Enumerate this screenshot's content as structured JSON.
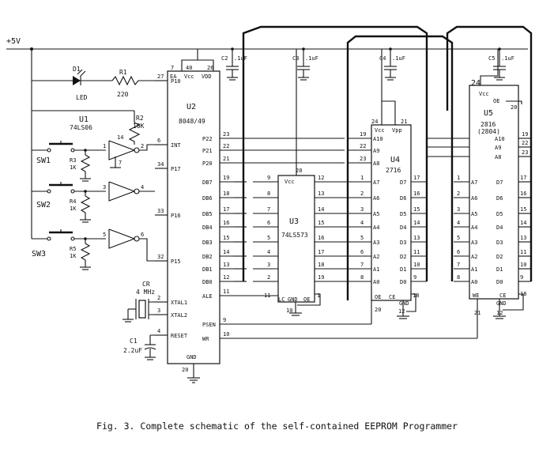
{
  "caption": "Fig. 3. Complete schematic of the self-contained EEPROM Programmer",
  "supply": "+5V",
  "components": {
    "d1": {
      "ref": "D1",
      "value": "LED"
    },
    "r1": {
      "ref": "R1",
      "value": "220"
    },
    "r2": {
      "ref": "R2",
      "value": "10K"
    },
    "r3": {
      "ref": "R3",
      "value": "1K"
    },
    "r4": {
      "ref": "R4",
      "value": "1K"
    },
    "r5": {
      "ref": "R5",
      "value": "1K"
    },
    "u1": {
      "ref": "U1",
      "value": "74LS06"
    },
    "sw1": "SW1",
    "sw2": "SW2",
    "sw3": "SW3",
    "cr": {
      "ref": "CR",
      "value": "4 MHz"
    },
    "c1": {
      "ref": "C1",
      "value": "2.2uF"
    },
    "c2": {
      "ref": "C2",
      "value": ".1uF"
    },
    "c3": {
      "ref": "C3",
      "value": ".1uF"
    },
    "c4": {
      "ref": "C4",
      "value": ".1uF"
    },
    "c5": {
      "ref": "C5",
      "value": ".1uF"
    }
  },
  "u2": {
    "ref": "U2",
    "part": "8048/49",
    "top": [
      "EA",
      "Vcc",
      "VDD"
    ],
    "top_pins": [
      "7",
      "40",
      "26"
    ],
    "gnd": "GND",
    "gnd_pin": "20",
    "left": [
      {
        "name": "P10",
        "pin": "27"
      },
      {
        "name": "INT",
        "pin": "6"
      },
      {
        "name": "P17",
        "pin": "34"
      },
      {
        "name": "P16",
        "pin": "33"
      },
      {
        "name": "P15",
        "pin": "32"
      },
      {
        "name": "XTAL1",
        "pin": "2"
      },
      {
        "name": "XTAL2",
        "pin": "3"
      },
      {
        "name": "RESET",
        "pin": "4"
      }
    ],
    "right": [
      {
        "name": "P22",
        "pin": "23"
      },
      {
        "name": "P21",
        "pin": "22"
      },
      {
        "name": "P20",
        "pin": "21"
      },
      {
        "name": "DB7",
        "pin": "19"
      },
      {
        "name": "DB6",
        "pin": "18"
      },
      {
        "name": "DB5",
        "pin": "17"
      },
      {
        "name": "DB4",
        "pin": "16"
      },
      {
        "name": "DB3",
        "pin": "15"
      },
      {
        "name": "DB2",
        "pin": "14"
      },
      {
        "name": "DB1",
        "pin": "13"
      },
      {
        "name": "DB0",
        "pin": "12"
      },
      {
        "name": "ALE",
        "pin": "11"
      },
      {
        "name": "PSEN",
        "pin": "9"
      },
      {
        "name": "WR",
        "pin": "10"
      }
    ]
  },
  "u3": {
    "ref": "U3",
    "part": "74LS573",
    "vcc": "Vcc",
    "vcc_pin": "20",
    "left_pins": [
      "9",
      "8",
      "7",
      "6",
      "5",
      "4",
      "3",
      "2"
    ],
    "right_pins": [
      "12",
      "13",
      "14",
      "15",
      "16",
      "17",
      "18",
      "19"
    ],
    "lc": "LC",
    "lc_pin": "11",
    "gnd": "GND",
    "gnd_pin": "10",
    "oe": "OE",
    "oe_pin": "1"
  },
  "u4": {
    "ref": "U4",
    "part": "2716",
    "top": [
      "Vcc",
      "Vpp"
    ],
    "top_pins": [
      "24",
      "21"
    ],
    "address_high": [
      {
        "name": "A10",
        "pin": "19"
      },
      {
        "name": "A9",
        "pin": "22"
      },
      {
        "name": "A8",
        "pin": "23"
      }
    ],
    "address_low": [
      {
        "name": "A7",
        "pin": "1"
      },
      {
        "name": "A6",
        "pin": "2"
      },
      {
        "name": "A5",
        "pin": "3"
      },
      {
        "name": "A4",
        "pin": "4"
      },
      {
        "name": "A3",
        "pin": "5"
      },
      {
        "name": "A2",
        "pin": "6"
      },
      {
        "name": "A1",
        "pin": "7"
      },
      {
        "name": "A0",
        "pin": "8"
      }
    ],
    "data": [
      {
        "name": "D7",
        "pin": "17"
      },
      {
        "name": "D6",
        "pin": "16"
      },
      {
        "name": "D5",
        "pin": "15"
      },
      {
        "name": "D4",
        "pin": "14"
      },
      {
        "name": "D3",
        "pin": "13"
      },
      {
        "name": "D2",
        "pin": "11"
      },
      {
        "name": "D1",
        "pin": "10"
      },
      {
        "name": "D0",
        "pin": "9"
      }
    ],
    "bottom": [
      "OE",
      "CE",
      "GND"
    ],
    "bottom_pins": [
      "20",
      "18",
      "12"
    ]
  },
  "u5": {
    "ref": "U5",
    "part": "2816",
    "part_alt": "(2804)",
    "vcc": "Vcc",
    "vcc_pin": "24",
    "oe_top": "OE",
    "oe_top_pin": "20",
    "address_high": [
      {
        "name": "A10",
        "pin": "19"
      },
      {
        "name": "A9",
        "pin": "22"
      },
      {
        "name": "A8",
        "pin": "23"
      }
    ],
    "address_low": [
      {
        "name": "A7",
        "pin": "1"
      },
      {
        "name": "A6",
        "pin": "2"
      },
      {
        "name": "A5",
        "pin": "3"
      },
      {
        "name": "A4",
        "pin": "4"
      },
      {
        "name": "A3",
        "pin": "5"
      },
      {
        "name": "A2",
        "pin": "6"
      },
      {
        "name": "A1",
        "pin": "7"
      },
      {
        "name": "A0",
        "pin": "8"
      }
    ],
    "data": [
      {
        "name": "D7",
        "pin": "17"
      },
      {
        "name": "D6",
        "pin": "16"
      },
      {
        "name": "D5",
        "pin": "15"
      },
      {
        "name": "D4",
        "pin": "14"
      },
      {
        "name": "D3",
        "pin": "13"
      },
      {
        "name": "D2",
        "pin": "11"
      },
      {
        "name": "D1",
        "pin": "10"
      },
      {
        "name": "D0",
        "pin": "9"
      }
    ],
    "bottom": [
      "WE",
      "CE",
      "GND"
    ],
    "bottom_pins": [
      "21",
      "18",
      "12"
    ]
  },
  "inverters": [
    {
      "in_pin": "1",
      "out_pin": "2",
      "gnd_pin": "7",
      "vcc_pin": "14"
    },
    {
      "in_pin": "3",
      "out_pin": "4"
    },
    {
      "in_pin": "5",
      "out_pin": "6"
    }
  ]
}
